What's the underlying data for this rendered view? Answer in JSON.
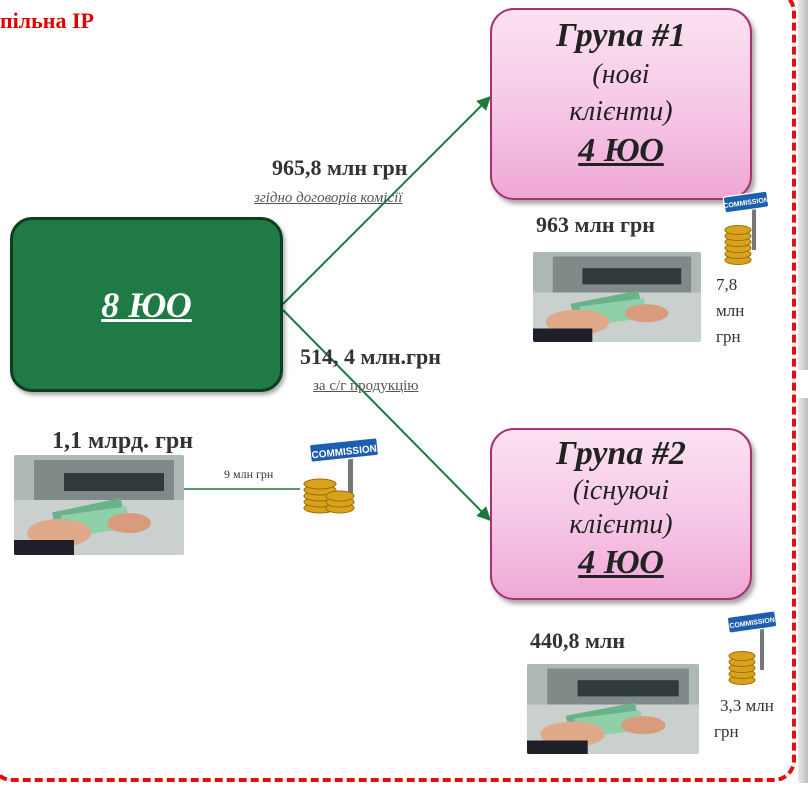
{
  "title": "пільна ІР",
  "source": {
    "label": "8 ЮО"
  },
  "groups": [
    {
      "title": "Група #1",
      "line1": "(нові",
      "line2": "клієнти)",
      "count": "4 ЮО"
    },
    {
      "title": "Група #2",
      "line1": "(існуючі",
      "line2": "клієнти)",
      "count": "4 ЮО"
    }
  ],
  "flows": [
    {
      "amount": "965,8 млн грн",
      "note": "згідно договорів комісії"
    },
    {
      "amount": "514, 4 млн.грн",
      "note": "за с/г продукцію"
    }
  ],
  "cash": {
    "source_amount": "1,1 млрд. грн",
    "source_commission": "9 млн грн",
    "g1_amount": "963 млн грн",
    "g1_commission_a": "7,8",
    "g1_commission_b": "млн",
    "g1_commission_c": "грн",
    "g2_amount": "440,8 млн",
    "g2_commission_a": "3,3 млн",
    "g2_commission_b": "грн"
  },
  "commission_sign": "COMMISSION",
  "colors": {
    "border": "#e01010",
    "title": "#e00000",
    "source_box": "#1f7a45",
    "arrow": "#1b7a3c",
    "group_box": "#f6c6e6"
  }
}
